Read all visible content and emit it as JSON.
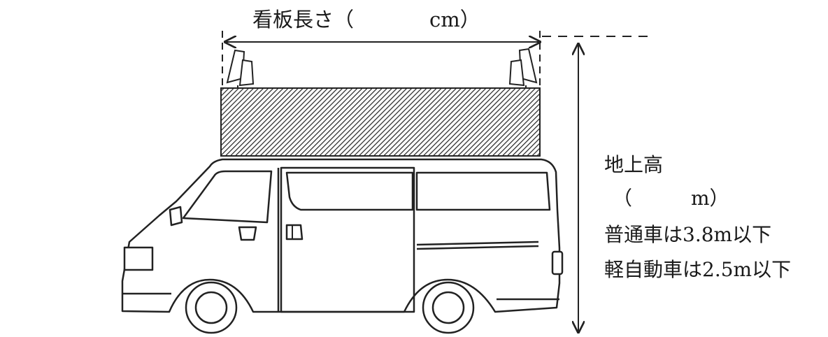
{
  "sign_length": {
    "label": "看板長さ（",
    "unit": "cm）"
  },
  "ground_height": {
    "label": "地上高",
    "unit": "（　　　m）",
    "note_regular": "普通車は3.8m以下",
    "note_kei": "軽自動車は2.5m以下"
  }
}
